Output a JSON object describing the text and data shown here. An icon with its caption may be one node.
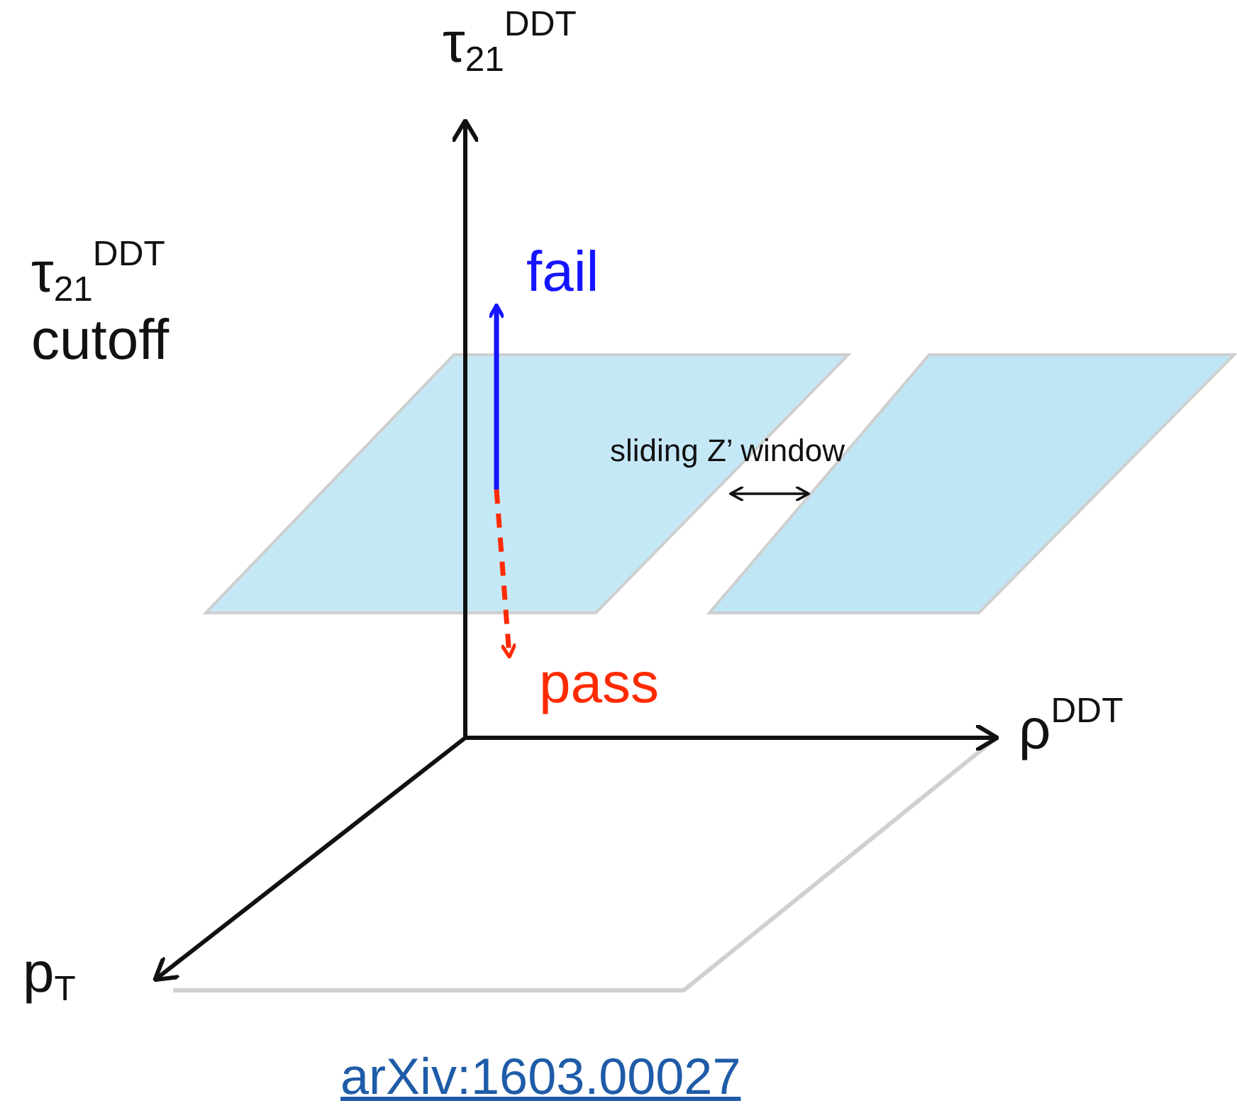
{
  "diagram": {
    "caption": "arXiv:1603.00027",
    "nodes": [
      {
        "text": [
          "fail"
        ]
      },
      {
        "text": [
          "pass"
        ]
      }
    ],
    "edges": [
      {
        "from": null,
        "to": 0,
        "arrow": "to",
        "color": "#1414ff"
      },
      {
        "from": null,
        "to": 1,
        "arrow": "to",
        "style": "dashed",
        "color": "#ff2a00"
      }
    ],
    "labels": [
      "τ$_{21}$$^{DDT}$",
      "τ$_{21}$$^{DDT}$ cutoff",
      "sliding Z’ window",
      "ρ$^{DDT}$",
      "p$_{T}$"
    ]
  }
}
